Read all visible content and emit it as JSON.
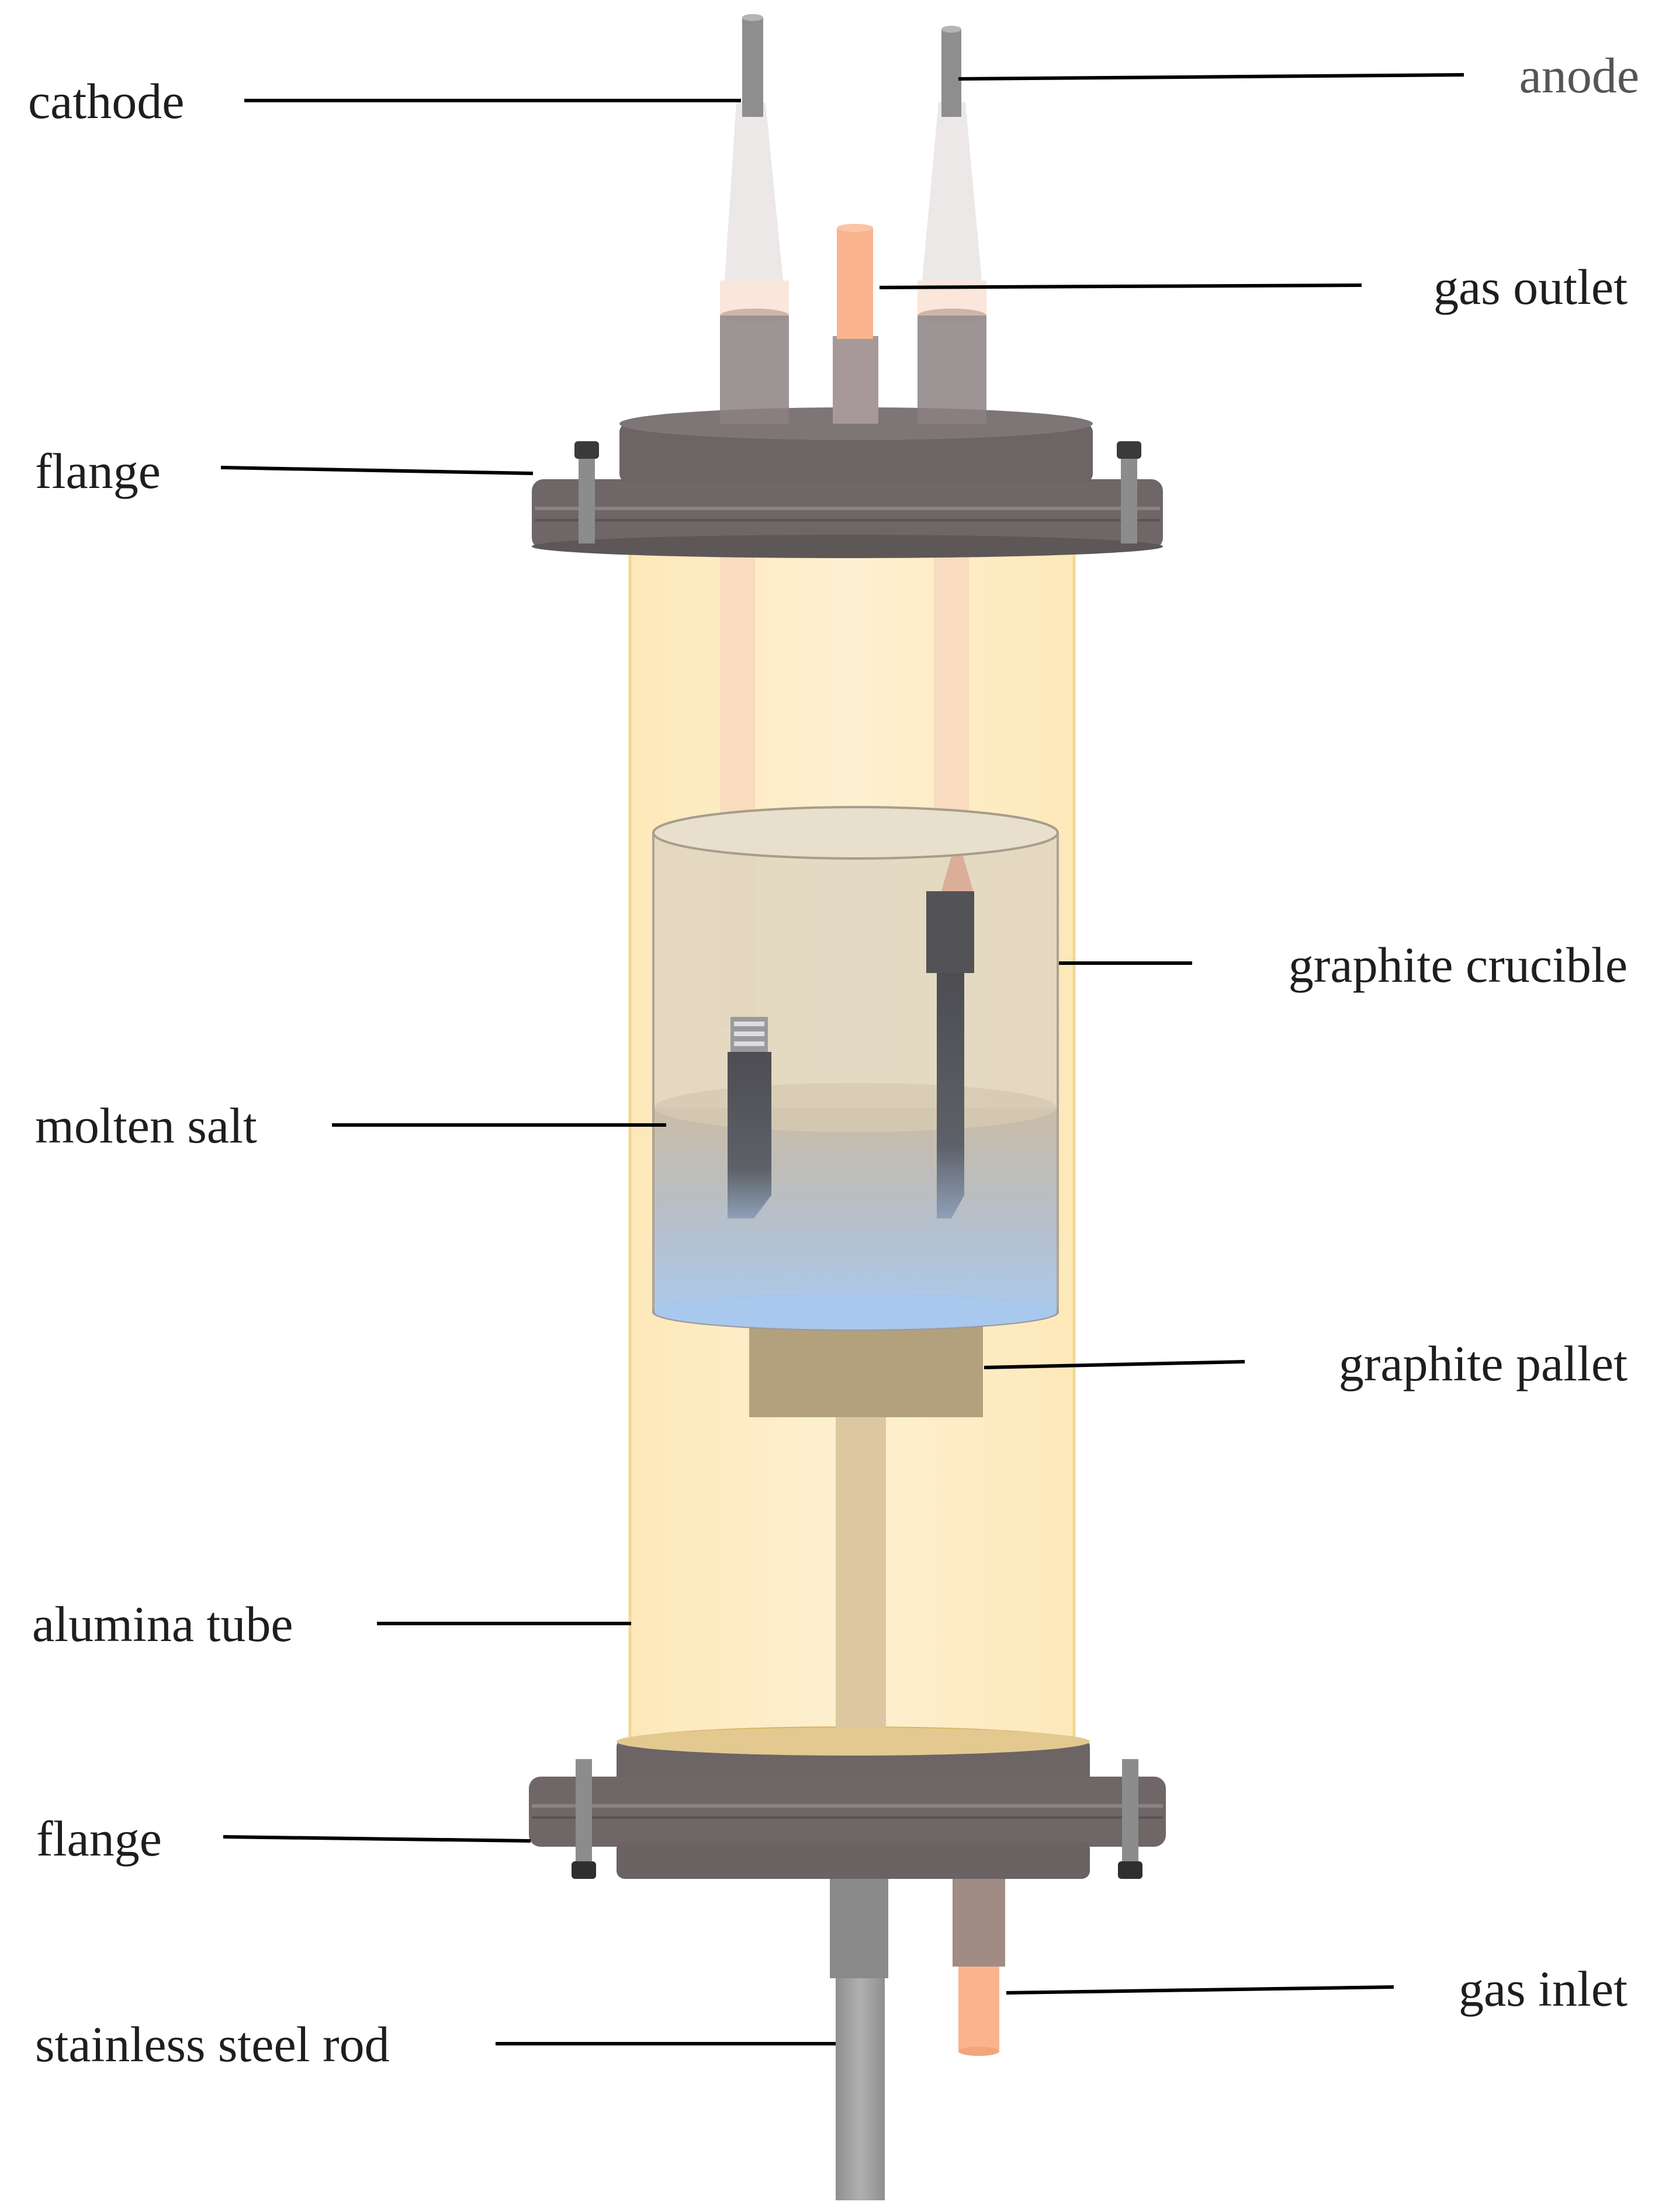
{
  "labels": {
    "cathode": "cathode",
    "anode": "anode",
    "gas_outlet": "gas outlet",
    "flange_top": "flange",
    "graphite_crucible": "graphite crucible",
    "molten_salt": "molten salt",
    "graphite_pallet": "graphite pallet",
    "alumina_tube": "alumina tube",
    "flange_bottom": "flange",
    "gas_inlet": "gas inlet",
    "stainless_steel_rod": "stainless steel rod"
  },
  "colors": {
    "flange": "#6e6667",
    "flange_dark": "#5e5758",
    "flange_top_face": "#7d7576",
    "alumina_tube": "#fdeec8",
    "alumina_tube_edge": "#f3d07a",
    "crucible": "#ddd2ba",
    "molten_salt_top": "#c7b9a4",
    "molten_salt_bottom": "#a9c8ec",
    "graphite_pallet": "#b3a07d",
    "support_rod": "#dcc7a0",
    "steel_rod": "#9e9e9e",
    "copper_tube": "#f9b48e",
    "electrode": "#545458",
    "leader_line": "#000000"
  }
}
